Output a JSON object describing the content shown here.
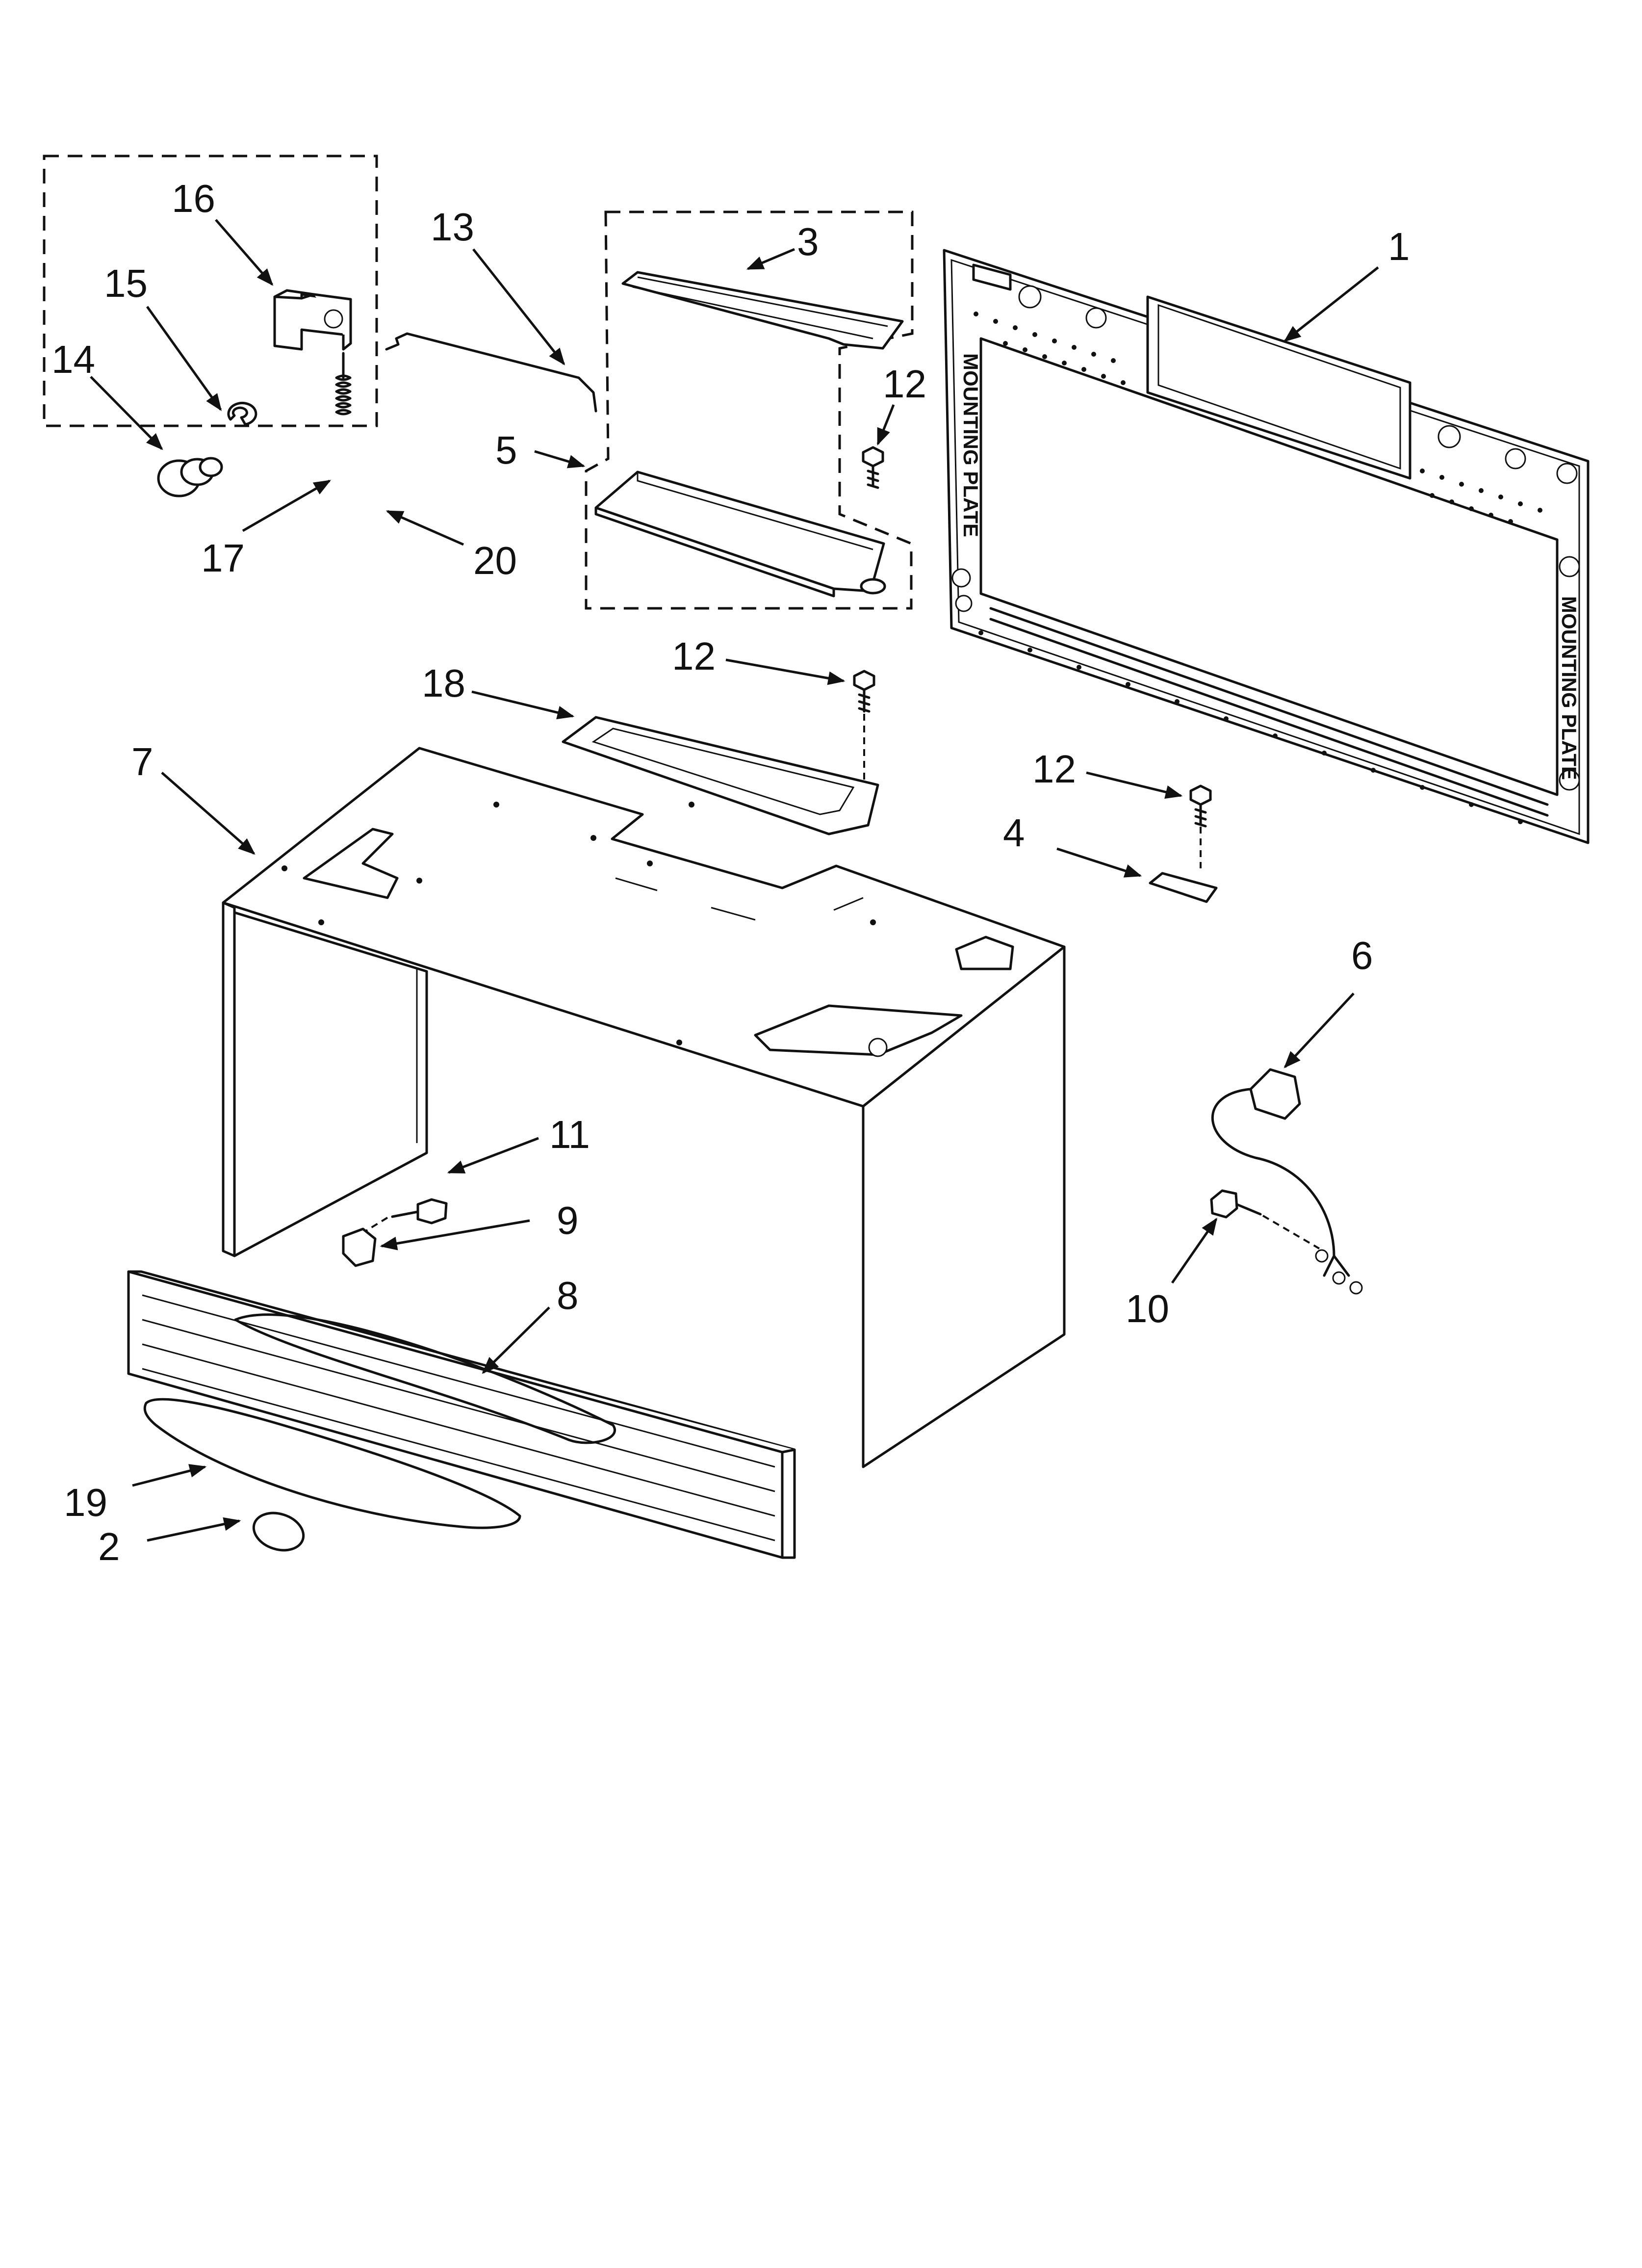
{
  "diagram": {
    "colors": {
      "ink": "#111111",
      "paper": "#ffffff"
    },
    "callouts": [
      {
        "id": "1",
        "text": "1"
      },
      {
        "id": "2",
        "text": "2"
      },
      {
        "id": "3",
        "text": "3"
      },
      {
        "id": "4",
        "text": "4"
      },
      {
        "id": "5",
        "text": "5"
      },
      {
        "id": "6",
        "text": "6"
      },
      {
        "id": "7",
        "text": "7"
      },
      {
        "id": "8",
        "text": "8"
      },
      {
        "id": "9",
        "text": "9"
      },
      {
        "id": "10",
        "text": "10"
      },
      {
        "id": "11",
        "text": "11"
      },
      {
        "id": "12a",
        "text": "12"
      },
      {
        "id": "12b",
        "text": "12"
      },
      {
        "id": "12c",
        "text": "12"
      },
      {
        "id": "13",
        "text": "13"
      },
      {
        "id": "14",
        "text": "14"
      },
      {
        "id": "15",
        "text": "15"
      },
      {
        "id": "16",
        "text": "16"
      },
      {
        "id": "17",
        "text": "17"
      },
      {
        "id": "18",
        "text": "18"
      },
      {
        "id": "19",
        "text": "19"
      },
      {
        "id": "20",
        "text": "20"
      }
    ],
    "plate_markings": [
      "MOUNTING PLATE",
      "MOUNTING PLATE"
    ]
  }
}
